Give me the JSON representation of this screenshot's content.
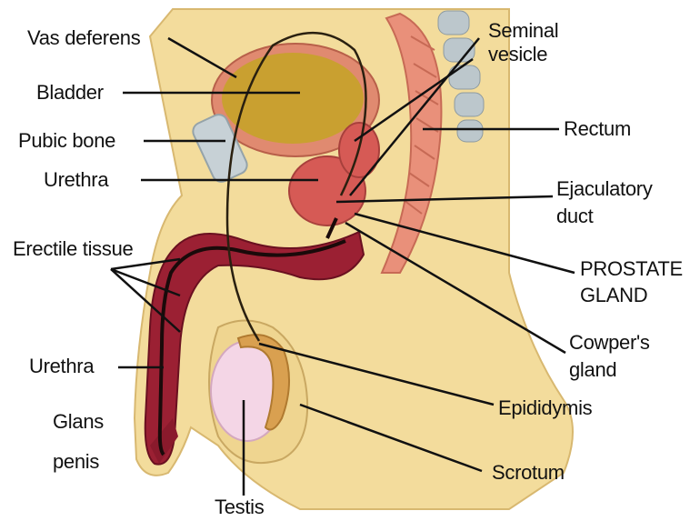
{
  "labels": {
    "vas_deferens": "Vas deferens",
    "seminal_vesicle_1": "Seminal",
    "seminal_vesicle_2": "vesicle",
    "bladder": "Bladder",
    "pubic_bone": "Pubic bone",
    "rectum": "Rectum",
    "urethra_upper": "Urethra",
    "ejaculatory_duct_1": "Ejaculatory",
    "ejaculatory_duct_2": "duct",
    "erectile_tissue": "Erectile tissue",
    "prostate_gland_1": "PROSTATE",
    "prostate_gland_2": "GLAND",
    "cowpers_gland_1": "Cowper's",
    "cowpers_gland_2": "gland",
    "urethra_lower": "Urethra",
    "epididymis": "Epididymis",
    "glans_penis_1": "Glans",
    "glans_penis_2": "penis",
    "scrotum": "Scrotum",
    "testis": "Testis"
  },
  "colors": {
    "skin": "#f3dc9c",
    "skin_outline": "#d8b870",
    "bladder": "#c9a030",
    "bladder_wall": "#e08a70",
    "prostate": "#d65a55",
    "erectile": "#9b2033",
    "rectum": "#e9907a",
    "spine": "#bcc7cc",
    "pubic_bone": "#c7d1d6",
    "testis": "#f4d6e6",
    "epididymis": "#d9a050",
    "leader": "#111111"
  }
}
